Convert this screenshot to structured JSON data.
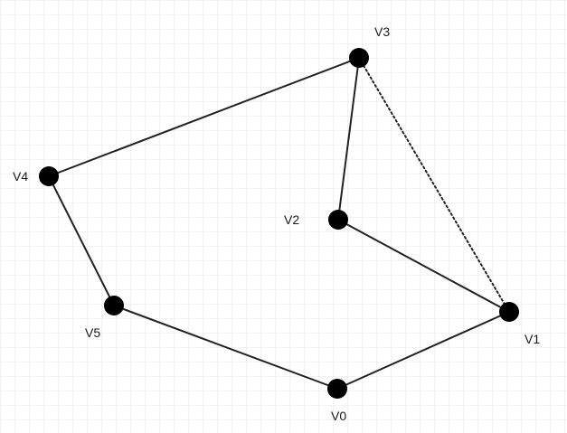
{
  "diagram": {
    "background_grid": true,
    "edge_color": "#222222",
    "vertex_color": "#000000",
    "vertices": [
      {
        "id": "V0",
        "label": "V0"
      },
      {
        "id": "V1",
        "label": "V1"
      },
      {
        "id": "V2",
        "label": "V2"
      },
      {
        "id": "V3",
        "label": "V3"
      },
      {
        "id": "V4",
        "label": "V4"
      },
      {
        "id": "V5",
        "label": "V5"
      }
    ],
    "edges": [
      {
        "from": "V0",
        "to": "V1",
        "style": "solid"
      },
      {
        "from": "V1",
        "to": "V2",
        "style": "solid"
      },
      {
        "from": "V2",
        "to": "V3",
        "style": "solid"
      },
      {
        "from": "V3",
        "to": "V4",
        "style": "solid"
      },
      {
        "from": "V4",
        "to": "V5",
        "style": "solid"
      },
      {
        "from": "V5",
        "to": "V0",
        "style": "solid"
      },
      {
        "from": "V3",
        "to": "V1",
        "style": "dotted"
      }
    ]
  }
}
